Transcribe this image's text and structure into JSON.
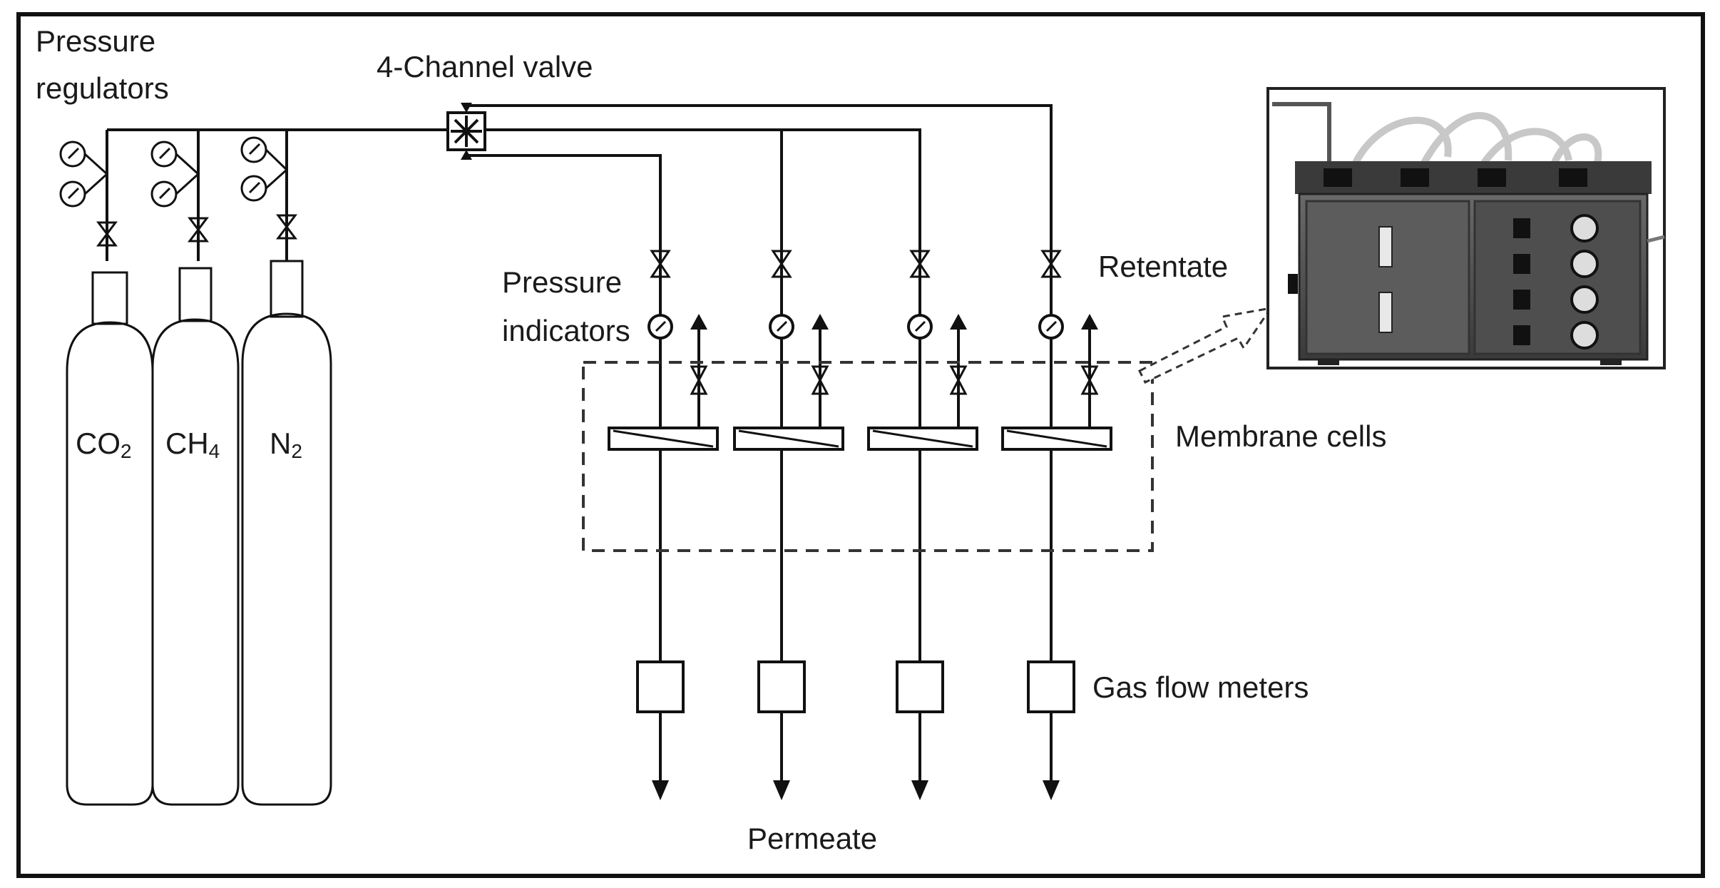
{
  "labels": {
    "pressure_regulators_line1": "Pressure",
    "pressure_regulators_line2": "regulators",
    "four_channel_valve": "4-Channel valve",
    "pressure_indicators_line1": "Pressure",
    "pressure_indicators_line2": "indicators",
    "retentate": "Retentate",
    "membrane_cells": "Membrane cells",
    "gas_flow_meters": "Gas flow meters",
    "permeate": "Permeate"
  },
  "cylinders": [
    {
      "main": "CO",
      "sub": "2"
    },
    {
      "main": "CH",
      "sub": "4"
    },
    {
      "main": "N",
      "sub": "2"
    }
  ],
  "channels": 4,
  "colors": {
    "line": "#111111",
    "frame": "#111111",
    "dashed": "#333333",
    "device_body": "#5a5a5a",
    "device_dark": "#2f2f2f",
    "tubing": "#d8d8d8"
  }
}
